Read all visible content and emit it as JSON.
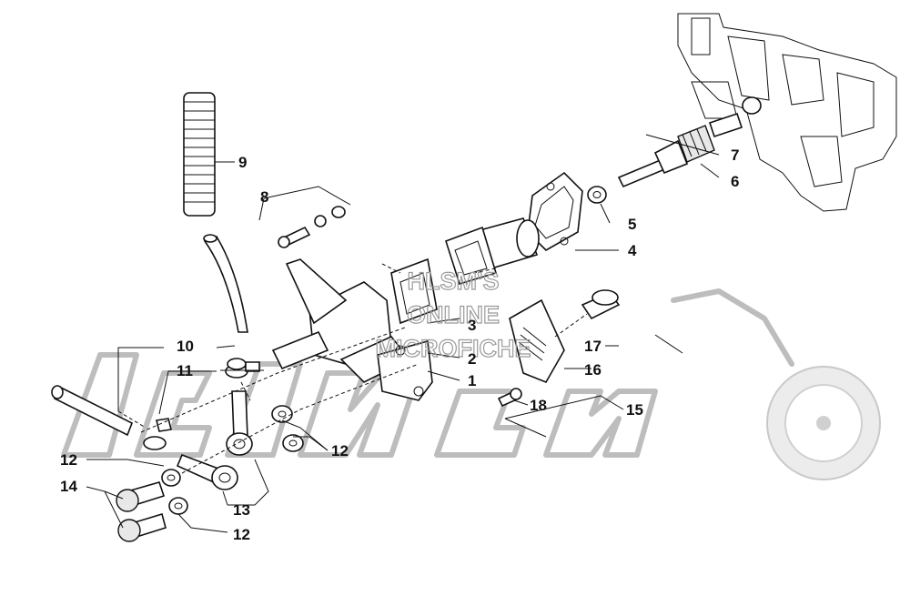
{
  "watermark": {
    "line1": "HLSM'S",
    "line2": "ONLINE",
    "line3": "MICROFICHE"
  },
  "labels": [
    {
      "id": "1",
      "text": "1"
    },
    {
      "id": "2",
      "text": "2"
    },
    {
      "id": "3",
      "text": "3"
    },
    {
      "id": "4",
      "text": "4"
    },
    {
      "id": "5",
      "text": "5"
    },
    {
      "id": "6",
      "text": "6"
    },
    {
      "id": "7",
      "text": "7"
    },
    {
      "id": "8",
      "text": "8"
    },
    {
      "id": "9",
      "text": "9"
    },
    {
      "id": "10",
      "text": "10"
    },
    {
      "id": "11",
      "text": "11"
    },
    {
      "id": "12a",
      "text": "12"
    },
    {
      "id": "12b",
      "text": "12"
    },
    {
      "id": "12c",
      "text": "12"
    },
    {
      "id": "13",
      "text": "13"
    },
    {
      "id": "14",
      "text": "14"
    },
    {
      "id": "15",
      "text": "15"
    },
    {
      "id": "16",
      "text": "16"
    },
    {
      "id": "17",
      "text": "17"
    },
    {
      "id": "18",
      "text": "18"
    }
  ]
}
